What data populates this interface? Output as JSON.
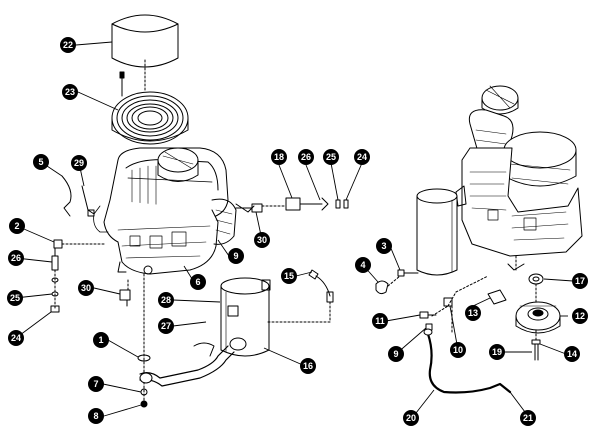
{
  "callouts": [
    {
      "label": "22"
    },
    {
      "label": "23"
    },
    {
      "label": "5"
    },
    {
      "label": "29"
    },
    {
      "label": "2"
    },
    {
      "label": "26"
    },
    {
      "label": "25"
    },
    {
      "label": "24"
    },
    {
      "label": "30"
    },
    {
      "label": "1"
    },
    {
      "label": "7"
    },
    {
      "label": "8"
    },
    {
      "label": "18"
    },
    {
      "label": "26"
    },
    {
      "label": "25"
    },
    {
      "label": "24"
    },
    {
      "label": "30"
    },
    {
      "label": "9"
    },
    {
      "label": "6"
    },
    {
      "label": "15"
    },
    {
      "label": "28"
    },
    {
      "label": "27"
    },
    {
      "label": "16"
    },
    {
      "label": "3"
    },
    {
      "label": "4"
    },
    {
      "label": "17"
    },
    {
      "label": "11"
    },
    {
      "label": "13"
    },
    {
      "label": "12"
    },
    {
      "label": "9"
    },
    {
      "label": "10"
    },
    {
      "label": "19"
    },
    {
      "label": "14"
    },
    {
      "label": "20"
    },
    {
      "label": "21"
    }
  ],
  "colors": {
    "ink": "#000000",
    "paper": "#ffffff",
    "callout_fill": "#000000"
  }
}
